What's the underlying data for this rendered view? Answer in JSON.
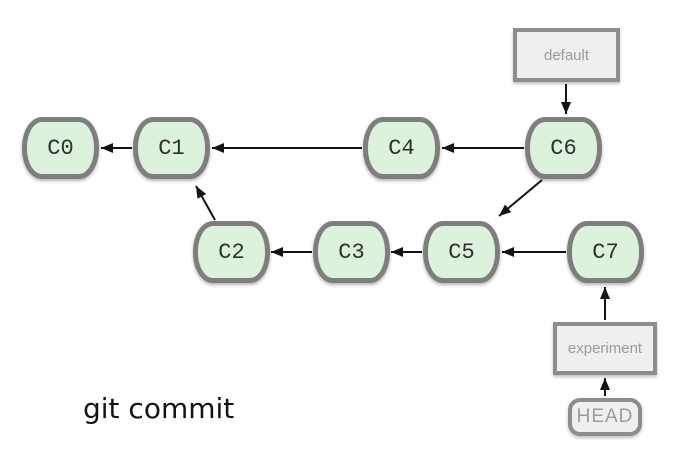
{
  "caption": {
    "text": "git commit"
  },
  "graph": {
    "commits": [
      {
        "id": "c0",
        "label": "C0"
      },
      {
        "id": "c1",
        "label": "C1"
      },
      {
        "id": "c2",
        "label": "C2"
      },
      {
        "id": "c3",
        "label": "C3"
      },
      {
        "id": "c4",
        "label": "C4"
      },
      {
        "id": "c5",
        "label": "C5"
      },
      {
        "id": "c6",
        "label": "C6"
      },
      {
        "id": "c7",
        "label": "C7"
      }
    ],
    "refs": [
      {
        "id": "default",
        "label": "default",
        "kind": "branch",
        "points_to": "C6"
      },
      {
        "id": "experiment",
        "label": "experiment",
        "kind": "branch",
        "points_to": "C7"
      },
      {
        "id": "head",
        "label": "HEAD",
        "kind": "head",
        "points_to": "experiment"
      }
    ],
    "edges": [
      "C1->C0",
      "C4->C1",
      "C6->C4",
      "C6->C5",
      "C2->C1",
      "C3->C2",
      "C5->C3",
      "C7->C5",
      "default->C6",
      "experiment->C7",
      "HEAD->experiment"
    ]
  },
  "colors": {
    "background": "#ffffff",
    "commit_fill": "#ddf2dd",
    "commit_border": "#7e7e7e",
    "commit_text": "#2f2f2f",
    "ref_fill": "#efefef",
    "ref_border": "#8d8d8d",
    "ref_text": "#9b9b9b",
    "arrow": "#141414",
    "caption_text": "#141414"
  }
}
